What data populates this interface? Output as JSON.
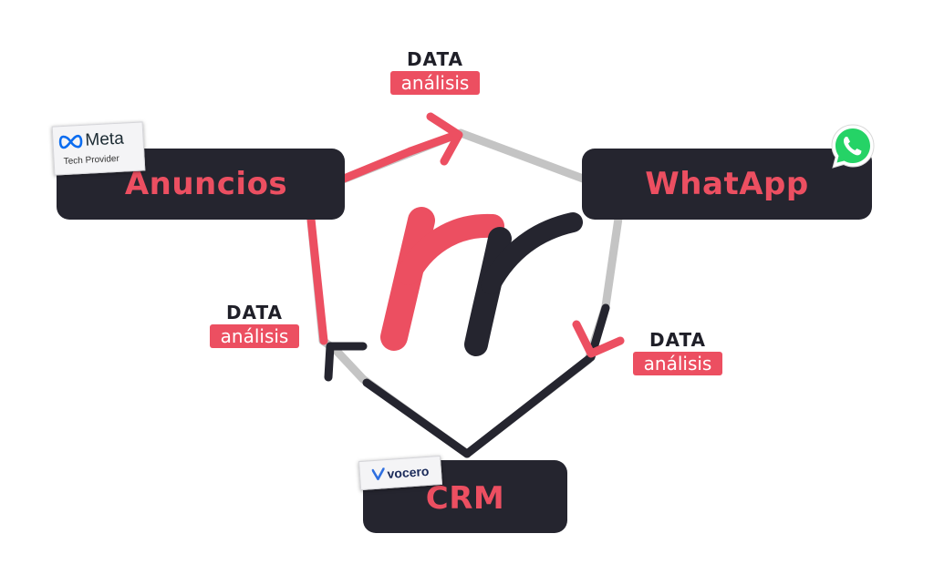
{
  "nodes": {
    "anuncios": "Anuncios",
    "whatsapp": "WhatApp",
    "crm": "CRM"
  },
  "data_tags": {
    "top": {
      "title": "DATA",
      "subtitle": "análisis"
    },
    "left": {
      "title": "DATA",
      "subtitle": "análisis"
    },
    "right": {
      "title": "DATA",
      "subtitle": "análisis"
    }
  },
  "badges": {
    "meta": {
      "name": "Meta",
      "subtitle": "Tech Provider",
      "icon": "meta-infinity-icon"
    },
    "vocero": {
      "name": "vocero",
      "icon": "vocero-v-icon"
    },
    "whatsapp_icon": "whatsapp-icon"
  },
  "logo": {
    "icon": "rr-monogram-logo"
  },
  "colors": {
    "accent": "#ec4f61",
    "dark": "#25252f",
    "gray_path": "#c4c4c4",
    "whatsapp": "#25d366"
  }
}
